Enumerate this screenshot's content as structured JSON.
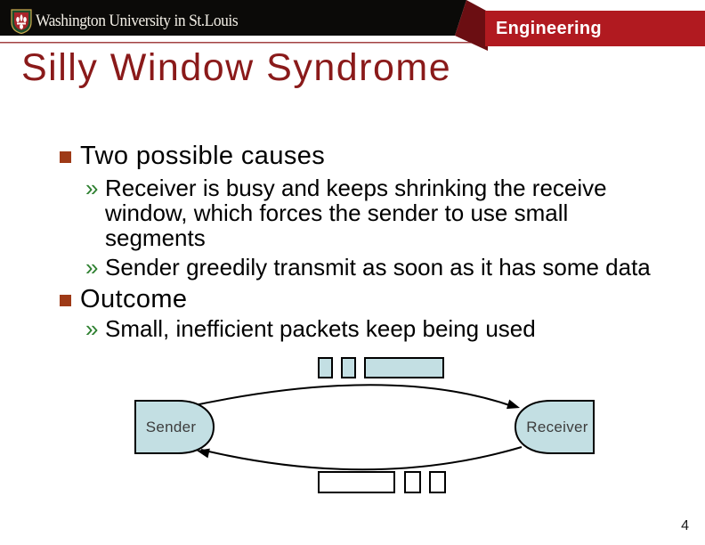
{
  "header": {
    "university_name": "Washington University in St.Louis",
    "division": "Engineering"
  },
  "title": "Silly Window Syndrome",
  "sub_bullet_marker": "»",
  "bullets": [
    {
      "label": "Two possible causes",
      "sub_items": [
        {
          "lines": [
            "Receiver is busy and keeps shrinking the receive",
            "window, which forces the sender to use small",
            "segments"
          ]
        },
        {
          "lines": [
            "Sender greedily transmit as soon as it has some data"
          ]
        }
      ]
    },
    {
      "label": "Outcome",
      "sub_items": [
        {
          "lines": [
            "Small, inefficient packets keep being used"
          ]
        }
      ]
    }
  ],
  "diagram": {
    "sender_label": "Sender",
    "receiver_label": "Receiver",
    "top_packets": [
      "small",
      "small",
      "large"
    ],
    "bottom_packets": [
      "large",
      "small",
      "small"
    ]
  },
  "page_number": "4",
  "colors": {
    "banner_black": "#0b0a08",
    "banner_red": "#b11a20",
    "banner_fold_maroon": "#6b0e12",
    "banner_pinstripe": "#8c1114",
    "title_red": "#8a1a1a",
    "bullet_square_rust": "#9e3a17",
    "sub_marker_green": "#2e8030",
    "diagram_fill_blue": "#c3dfe3"
  }
}
